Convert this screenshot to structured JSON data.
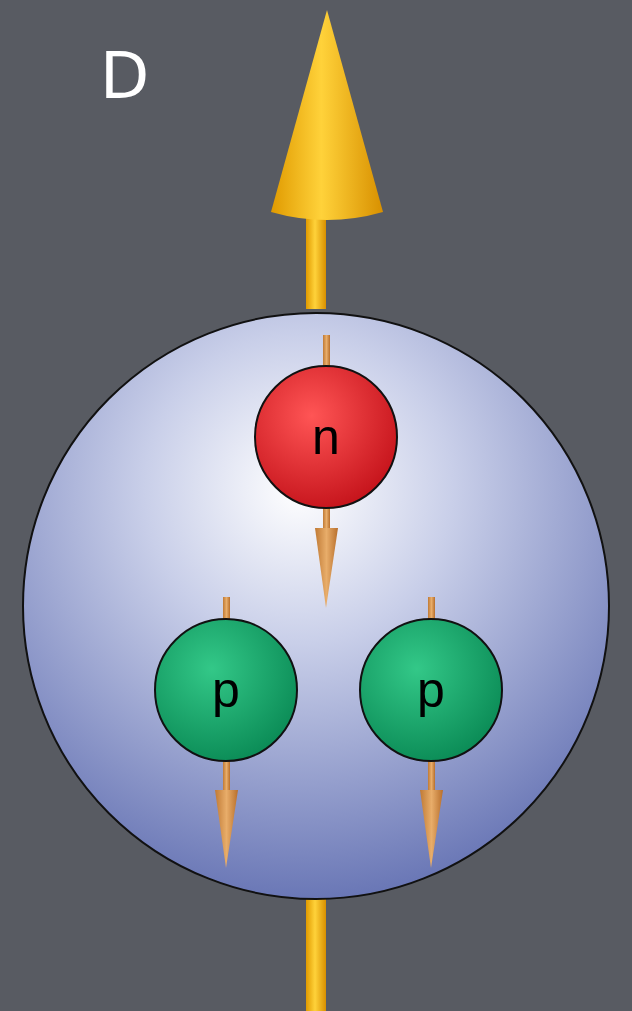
{
  "diagram": {
    "nodes": [
      {
        "text": [
          "n"
        ]
      },
      {
        "text": [
          "p"
        ]
      },
      {
        "text": [
          "p"
        ]
      }
    ],
    "labels": [
      "D"
    ]
  }
}
